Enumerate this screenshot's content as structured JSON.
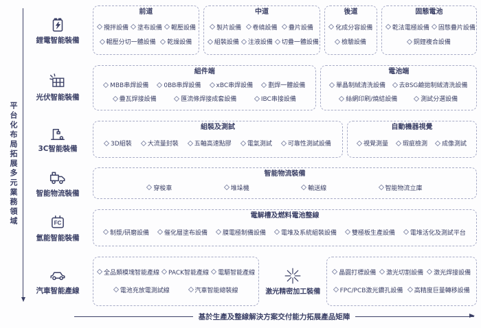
{
  "colors": {
    "accent": "#3b4066",
    "dashed_border": "#a6aac6",
    "bullet": "#8a90ad",
    "background": "#fdfdfe"
  },
  "left_axis": {
    "label": "平台化布局拓展多元業務領域"
  },
  "bottom_axis": {
    "label": "基於生產及整線解決方案交付能力拓展產品矩陣"
  },
  "rows": [
    {
      "category": "鋰電智能裝備",
      "icon": "battery-icon",
      "boxes": [
        {
          "title": "前道",
          "lines": [
            [
              "攪拌設備",
              "塗布設備",
              "輥壓設備"
            ],
            [
              "輥壓分切一體設備",
              "乾燥設備"
            ]
          ]
        },
        {
          "title": "中道",
          "lines": [
            [
              "製片設備",
              "卷繞設備",
              "疊片設備"
            ],
            [
              "組裝設備",
              "注液設備",
              "切疊一體設備"
            ]
          ]
        },
        {
          "title": "後道",
          "lines": [
            [
              "化成分容設備"
            ],
            [
              "檢驗設備"
            ]
          ]
        },
        {
          "title": "固態電池",
          "lines": [
            [
              "乾法電極設備",
              "固態疊片設備"
            ],
            [
              "銅鋰複合設備"
            ]
          ]
        }
      ]
    },
    {
      "category": "光伏智能裝備",
      "icon": "solar-panel-icon",
      "boxes": [
        {
          "title": "組件端",
          "lines": [
            [
              "MBB串焊設備",
              "0BB串焊設備",
              "xBC串焊設備",
              "劃焊一體設備"
            ],
            [
              "疊瓦焊接設備",
              "匯流條焊接成套設備",
              "IBC串接設備"
            ]
          ]
        },
        {
          "title": "電池端",
          "lines": [
            [
              "單晶制絨清洗設備",
              "去BSG鹼拋制絨清洗設備"
            ],
            [
              "絲網印刷/燒結設備",
              "測試分選設備"
            ]
          ]
        }
      ]
    },
    {
      "category": "3C智能裝備",
      "icon": "3c-device-icon",
      "boxes": [
        {
          "title": "組裝及測試",
          "lines": [
            [
              "3D組裝",
              "大流量封裝",
              "五軸高速點膠",
              "電氣測試",
              "可靠性測試設備"
            ]
          ]
        },
        {
          "title": "自動機器視覺",
          "lines": [
            [
              "視覺測量",
              "瑕疵檢測",
              "成像測試"
            ]
          ]
        }
      ]
    },
    {
      "category": "智能物流裝備",
      "icon": "forklift-icon",
      "boxes": [
        {
          "title": "智能物流裝備",
          "lines": [
            [
              "穿梭車",
              "堆垛機",
              "輸送線",
              "智能物流立庫"
            ]
          ]
        }
      ]
    },
    {
      "category": "氫能智能裝備",
      "icon": "fuel-cell-icon",
      "boxes": [
        {
          "title": "電解槽及燃料電池整線",
          "lines": [
            [
              "制漿/研磨設備",
              "催化層塗布設備",
              "膜電極制備設備",
              "電堆及系統組裝設備",
              "雙極板生產設備",
              "電堆活化及測試平台"
            ]
          ]
        }
      ]
    },
    {
      "category": "汽車智能產線",
      "icon": "car-icon",
      "center": {
        "label": "激光精密加工裝備",
        "icon": "laser-burst-icon",
        "position": 1
      },
      "boxes": [
        {
          "title": "",
          "lines": [
            [
              "全品類模塊智能產線",
              "PACK智能產線",
              "電驅智能產線"
            ],
            [
              "電池充放電測試線",
              "汽車智能總裝線"
            ]
          ]
        },
        {
          "title": "",
          "lines": [
            [
              "晶圓打標設備",
              "激光切割設備",
              "激光焊接設備"
            ],
            [
              "FPC/PCB激光鑽孔設備",
              "高精度巨量轉移設備"
            ]
          ]
        }
      ]
    }
  ]
}
